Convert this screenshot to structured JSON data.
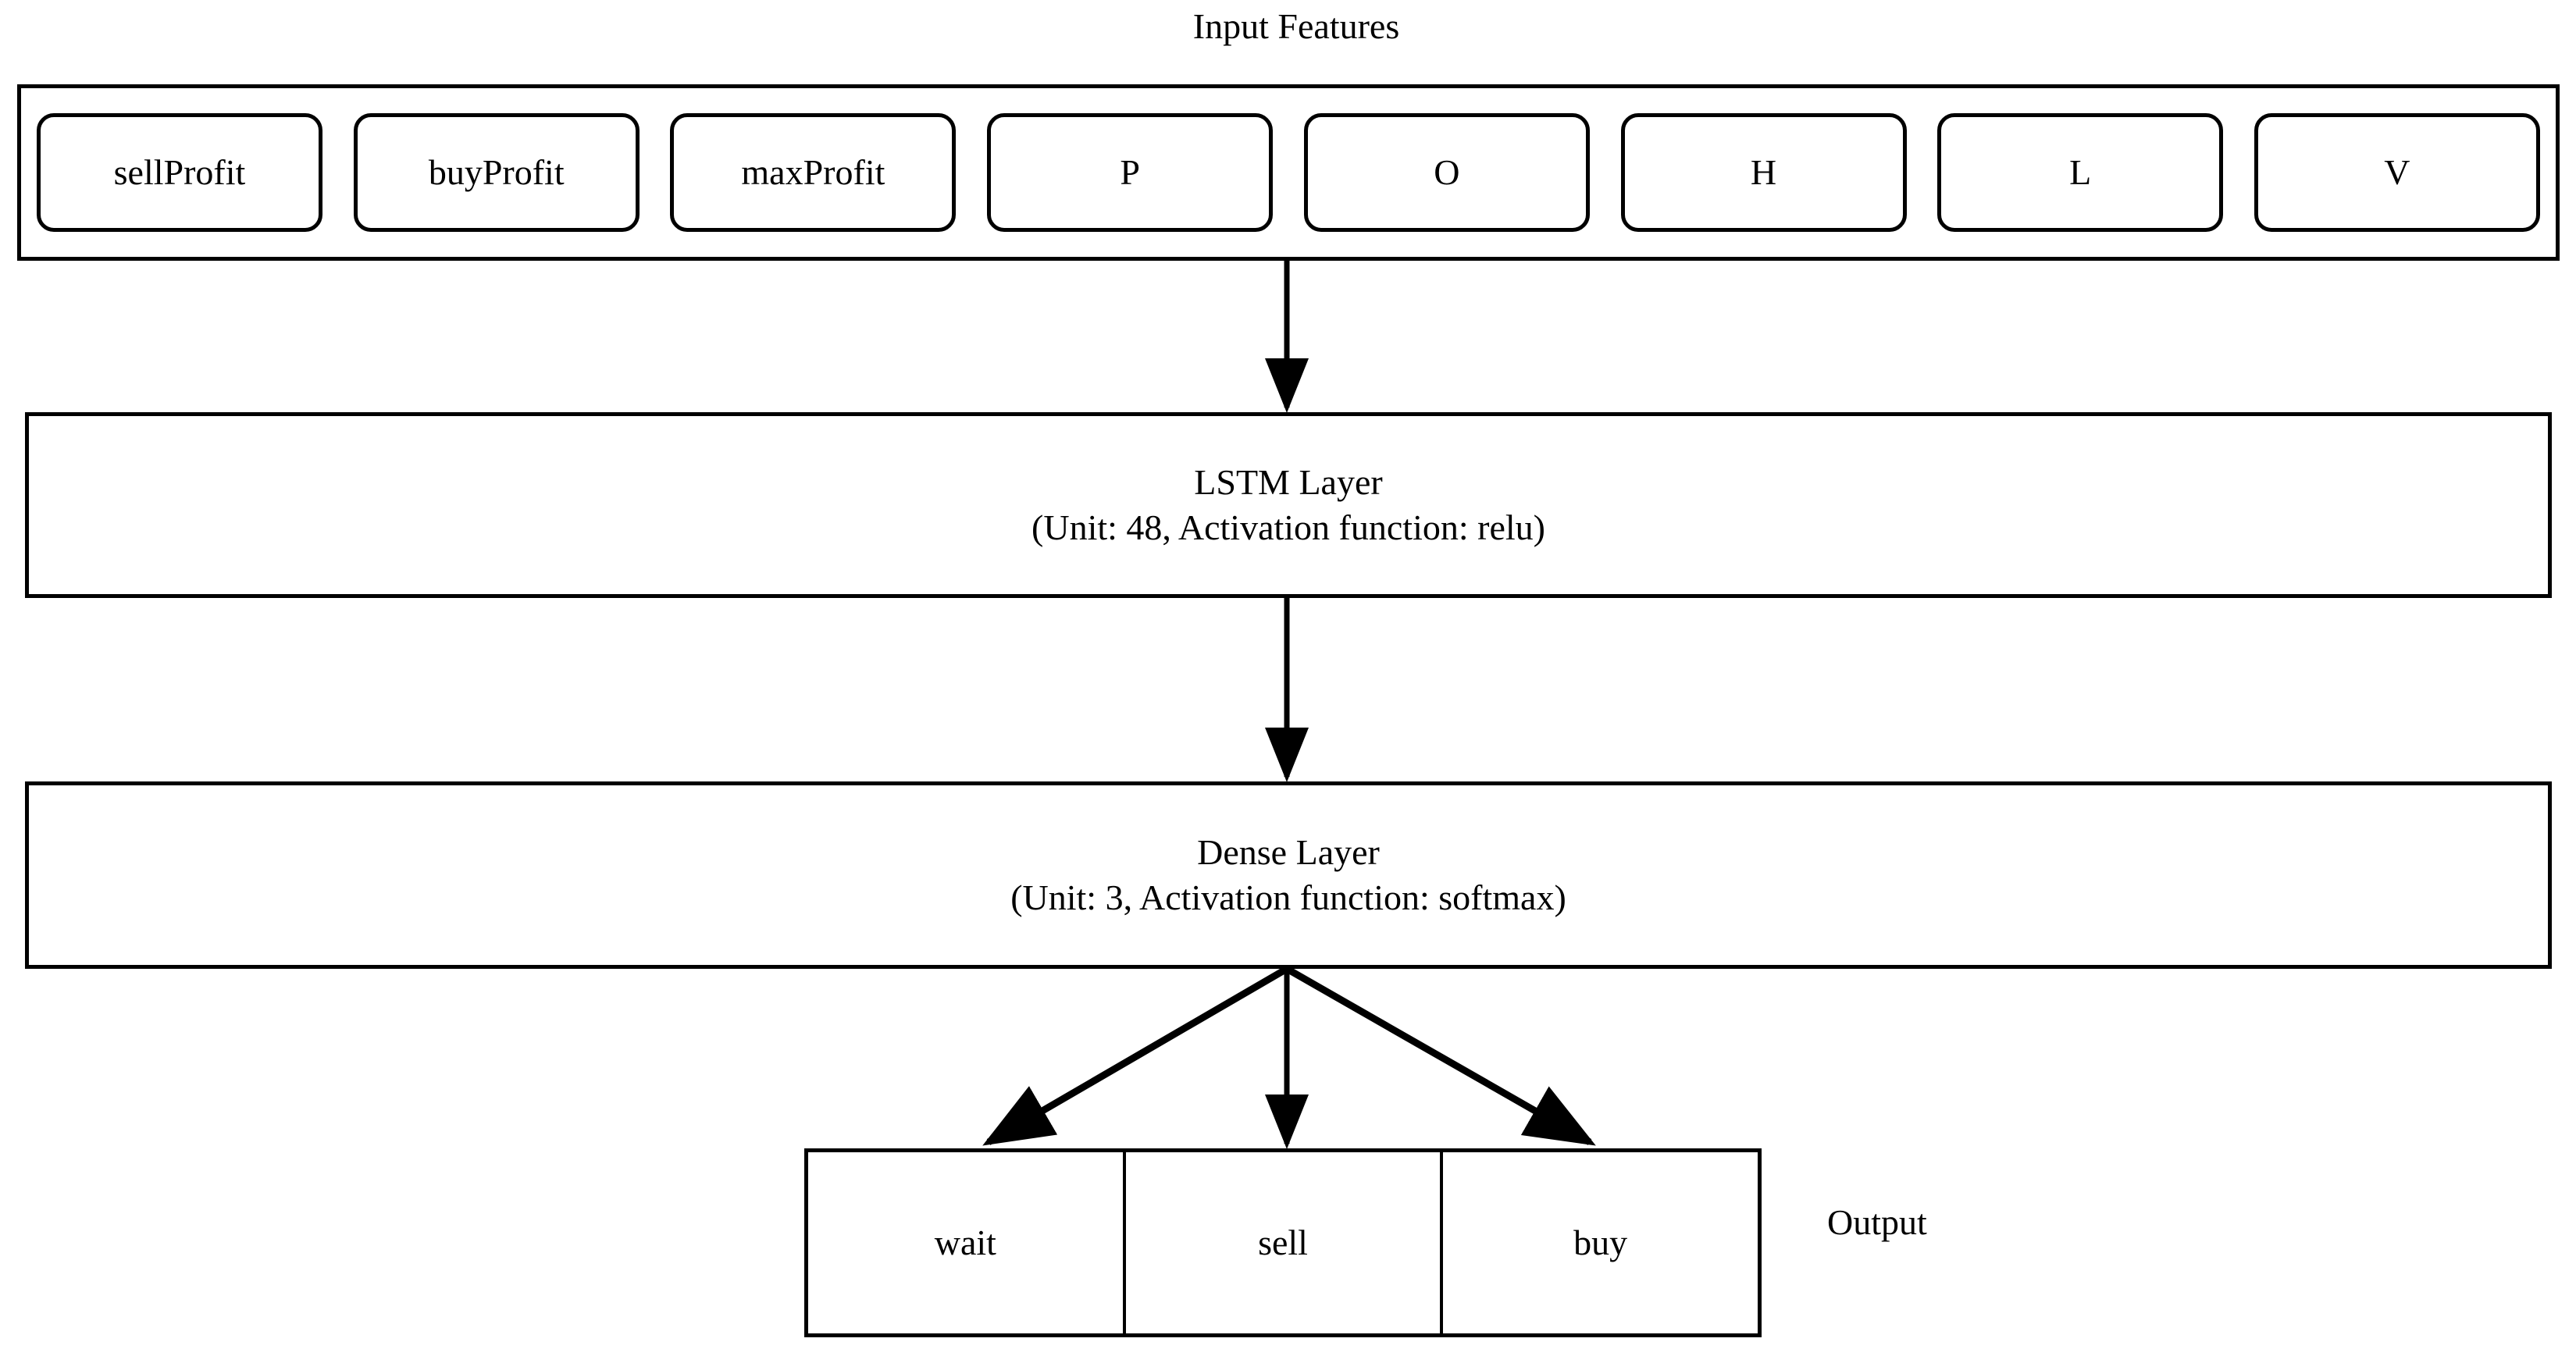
{
  "diagram": {
    "title": "Input Features",
    "output_label": "Output",
    "input_features": [
      {
        "label": "sellProfit"
      },
      {
        "label": "buyProfit"
      },
      {
        "label": "maxProfit"
      },
      {
        "label": "P"
      },
      {
        "label": "O"
      },
      {
        "label": "H"
      },
      {
        "label": "L"
      },
      {
        "label": "V"
      }
    ],
    "layers": [
      {
        "name": "LSTM Layer",
        "params": "(Unit: 48, Activation function: relu)",
        "unit": 48,
        "activation": "relu"
      },
      {
        "name": "Dense Layer",
        "params": "(Unit: 3, Activation function: softmax)",
        "unit": 3,
        "activation": "softmax"
      }
    ],
    "outputs": [
      {
        "label": "wait"
      },
      {
        "label": "sell"
      },
      {
        "label": "buy"
      }
    ],
    "colors": {
      "stroke": "#000000",
      "background": "#ffffff",
      "text": "#000000"
    },
    "arrows": {
      "input_to_lstm": "down-arrow-icon",
      "lstm_to_dense": "down-arrow-icon",
      "dense_to_output_left": "down-left-arrow-icon",
      "dense_to_output_center": "down-arrow-icon",
      "dense_to_output_right": "down-right-arrow-icon"
    }
  }
}
